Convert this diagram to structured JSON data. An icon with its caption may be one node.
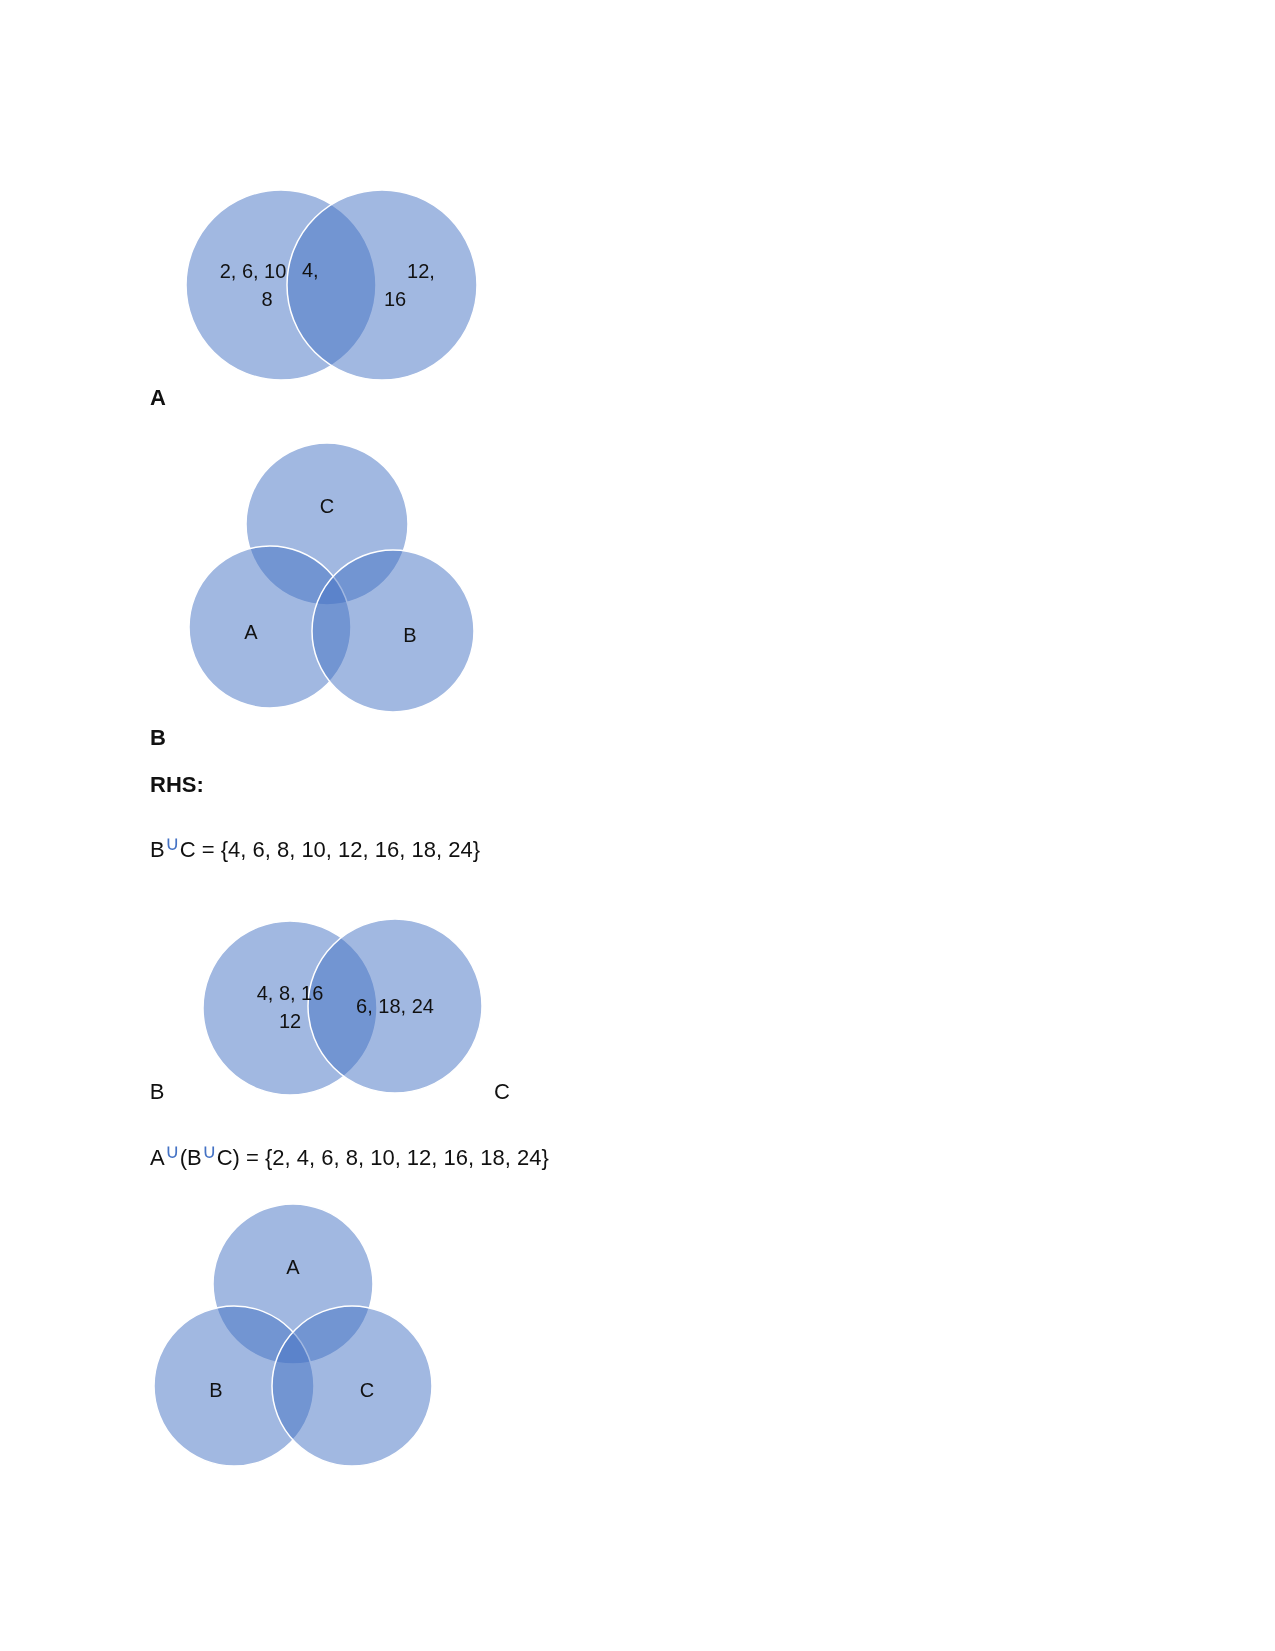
{
  "diagram": {
    "nodes": [
      {
        "text": [
          "2, 6, 10",
          "8"
        ]
      },
      {
        "text": [
          "12,",
          "16"
        ]
      },
      {
        "text": [
          "C"
        ]
      },
      {
        "text": [
          "A"
        ]
      },
      {
        "text": [
          "B"
        ]
      },
      {
        "text": [
          "4, 8, 16",
          "12"
        ],
        "beside": [
          "B"
        ]
      },
      {
        "text": [
          "6, 18, 24"
        ],
        "beside": [
          "C"
        ]
      },
      {
        "text": [
          "A"
        ]
      },
      {
        "text": [
          "B"
        ]
      },
      {
        "text": [
          "C"
        ]
      }
    ],
    "labels": [
      "4,",
      "A",
      "B",
      "RHS:",
      "B$^{∪}$C = {4, 6, 8, 10, 12, 16, 18, 24}",
      "A$^{∪}$(B$^{∪}$C) = {2, 4, 6, 8, 10, 12, 16, 18, 24}"
    ]
  }
}
